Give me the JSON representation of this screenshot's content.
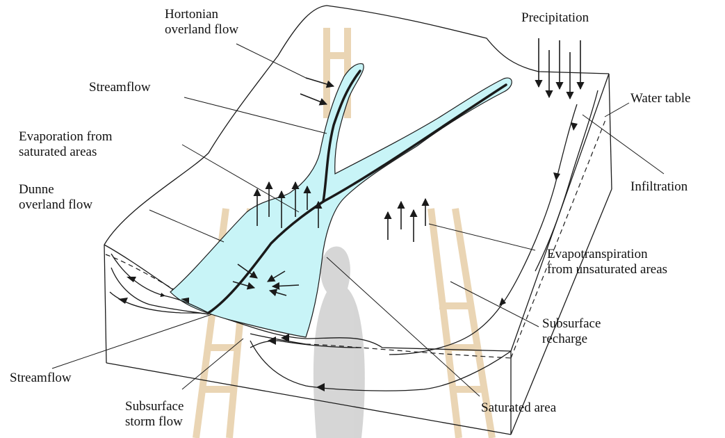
{
  "colors": {
    "saturated_area": "#c8f4f7",
    "line": "#1a1a1a",
    "watermark_gold": "#e3c89c",
    "watermark_gray": "#c8c8c8"
  },
  "labels": {
    "hortonian": [
      "Hortonian",
      "overland flow"
    ],
    "streamflow_top": [
      "Streamflow"
    ],
    "evaporation_saturated": [
      "Evaporation from",
      "saturated areas"
    ],
    "dunne": [
      "Dunne",
      "overland flow"
    ],
    "precipitation": [
      "Precipitation"
    ],
    "water_table": [
      "Water table"
    ],
    "infiltration": [
      "Infiltration"
    ],
    "evapotranspiration": [
      "Evapotranspiration",
      "from unsaturated areas"
    ],
    "subsurface_recharge": [
      "Subsurface",
      "recharge"
    ],
    "streamflow_bottom": [
      "Streamflow"
    ],
    "subsurface_storm_flow": [
      "Subsurface",
      "storm flow"
    ],
    "saturated_area": [
      "Saturated area"
    ]
  }
}
